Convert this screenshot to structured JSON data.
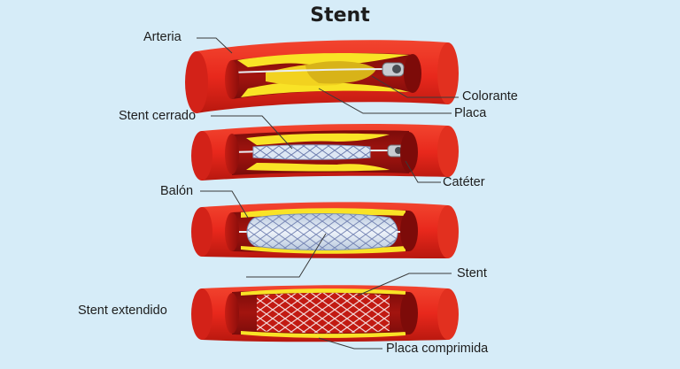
{
  "title": "Stent",
  "labels": {
    "arteria": "Arteria",
    "colorante": "Colorante",
    "placa": "Placa",
    "stent_cerrado": "Stent cerrado",
    "cateter": "Catéter",
    "balon": "Balón",
    "stent": "Stent",
    "stent_extendido": "Stent extendido",
    "placa_comprimida": "Placa comprimida"
  },
  "colors": {
    "background": "#d6ecf8",
    "artery_wall": "#e8281c",
    "artery_dark": "#9c120f",
    "lumen": "#8e0f0c",
    "plaque": "#f9e326",
    "dye": "#e8b820",
    "catheter": "#c8ccd2",
    "balloon": "#dde7f3",
    "stent_mesh": "#f4f4f6",
    "label_line": "#3a3a3a"
  }
}
